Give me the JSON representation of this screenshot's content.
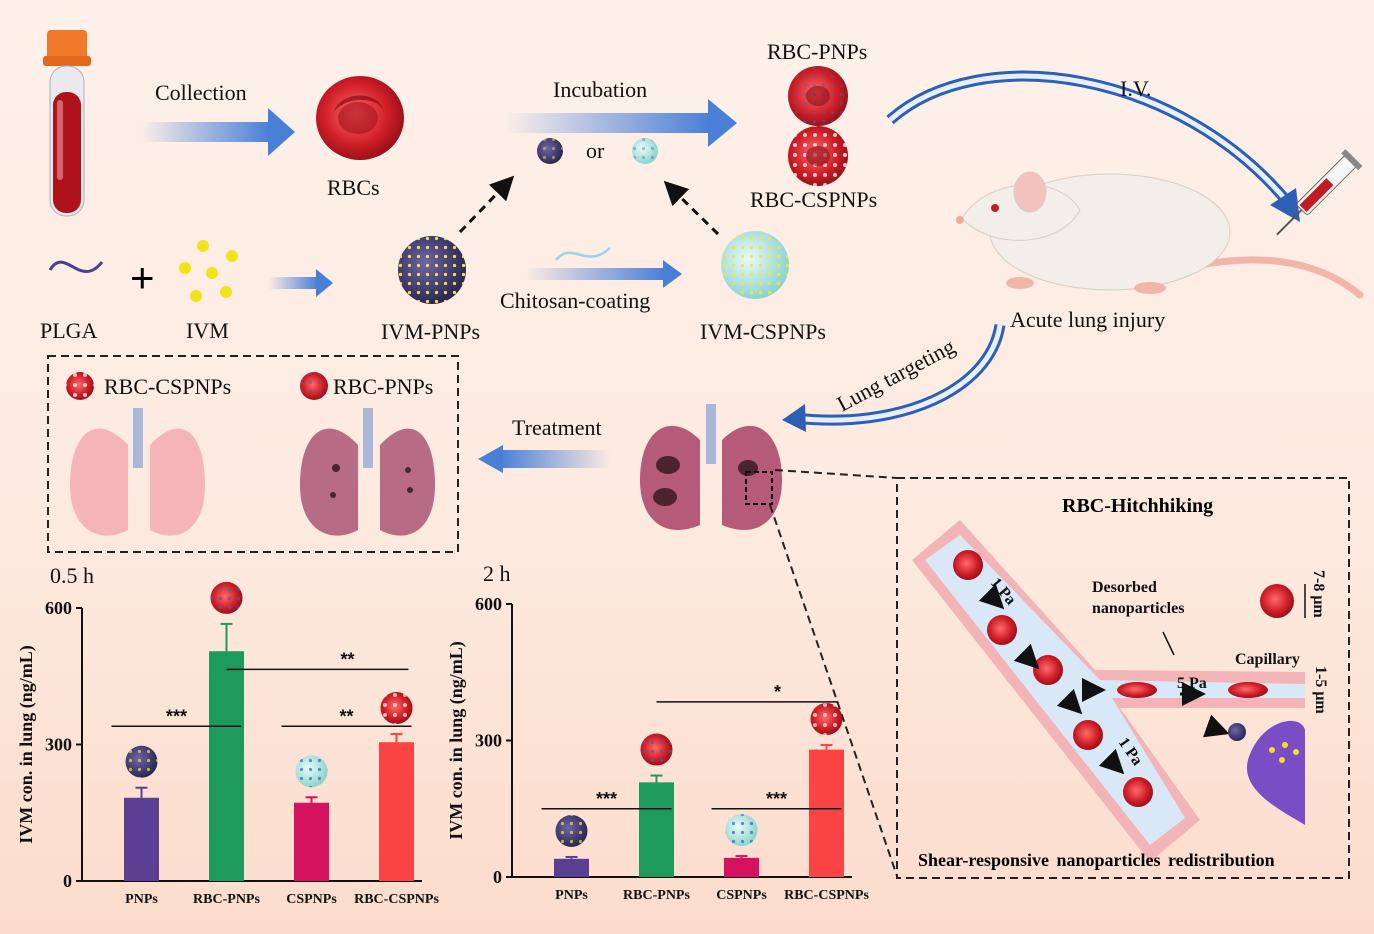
{
  "labels": {
    "collection": "Collection",
    "rbcs": "RBCs",
    "incubation": "Incubation",
    "or": "or",
    "rbc_pnps_top": "RBC-PNPs",
    "rbc_cspnps_top": "RBC-CSPNPs",
    "iv": "I.V.",
    "plga": "PLGA",
    "ivm": "IVM",
    "ivm_pnps": "IVM-PNPs",
    "chitosan_coating": "Chitosan-coating",
    "ivm_cspnps": "IVM-CSPNPs",
    "acute_lung_injury": "Acute lung injury",
    "lung_targeting": "Lung targeting",
    "treatment": "Treatment",
    "legend_rbc_cspnps": "RBC-CSPNPs",
    "legend_rbc_pnps": "RBC-PNPs"
  },
  "hitchhiking": {
    "title": "RBC-Hitchhiking",
    "desorbed_line1": "Desorbed",
    "desorbed_line2": "nanoparticles",
    "size_rbc": "7-8 μm",
    "capillary": "Capillary",
    "size_capillary": "1-5 μm",
    "shear_low_1": "1 Pa",
    "shear_high": "5 Pa",
    "shear_low_2": "1 Pa",
    "caption": "Shear-responsive nanoparticles redistribution"
  },
  "colors": {
    "pnp": "#5b3f93",
    "rbc_pnp": "#1e9a5c",
    "cspnp": "#d4125f",
    "rbc_cspnp": "#fa4444",
    "arrow_blue": "#4a7fd8",
    "rbc_red": "#c0141e"
  },
  "chart_data": [
    {
      "type": "bar",
      "title": "0.5 h",
      "ylabel": "IVM con. in lung (ng/mL)",
      "categories": [
        "PNPs",
        "RBC-PNPs",
        "CSPNPs",
        "RBC-CSPNPs"
      ],
      "values": [
        183,
        505,
        172,
        305
      ],
      "errors": [
        22,
        60,
        12,
        18
      ],
      "ylim": [
        0,
        600
      ],
      "yticks": [
        "0",
        "300",
        "600"
      ],
      "significance": [
        {
          "label": "***",
          "from": "PNPs",
          "to": "RBC-PNPs"
        },
        {
          "label": "**",
          "from": "CSPNPs",
          "to": "RBC-CSPNPs"
        },
        {
          "label": "**",
          "from": "RBC-PNPs",
          "to": "RBC-CSPNPs"
        }
      ]
    },
    {
      "type": "bar",
      "title": "2 h",
      "ylabel": "IVM con. in lung (ng/mL)",
      "categories": [
        "PNPs",
        "RBC-PNPs",
        "CSPNPs",
        "RBC-CSPNPs"
      ],
      "values": [
        40,
        208,
        42,
        280
      ],
      "errors": [
        4,
        15,
        4,
        10
      ],
      "ylim": [
        0,
        600
      ],
      "yticks": [
        "0",
        "300",
        "600"
      ],
      "significance": [
        {
          "label": "***",
          "from": "PNPs",
          "to": "RBC-PNPs"
        },
        {
          "label": "***",
          "from": "CSPNPs",
          "to": "RBC-CSPNPs"
        },
        {
          "label": "*",
          "from": "RBC-PNPs",
          "to": "RBC-CSPNPs"
        }
      ]
    }
  ]
}
